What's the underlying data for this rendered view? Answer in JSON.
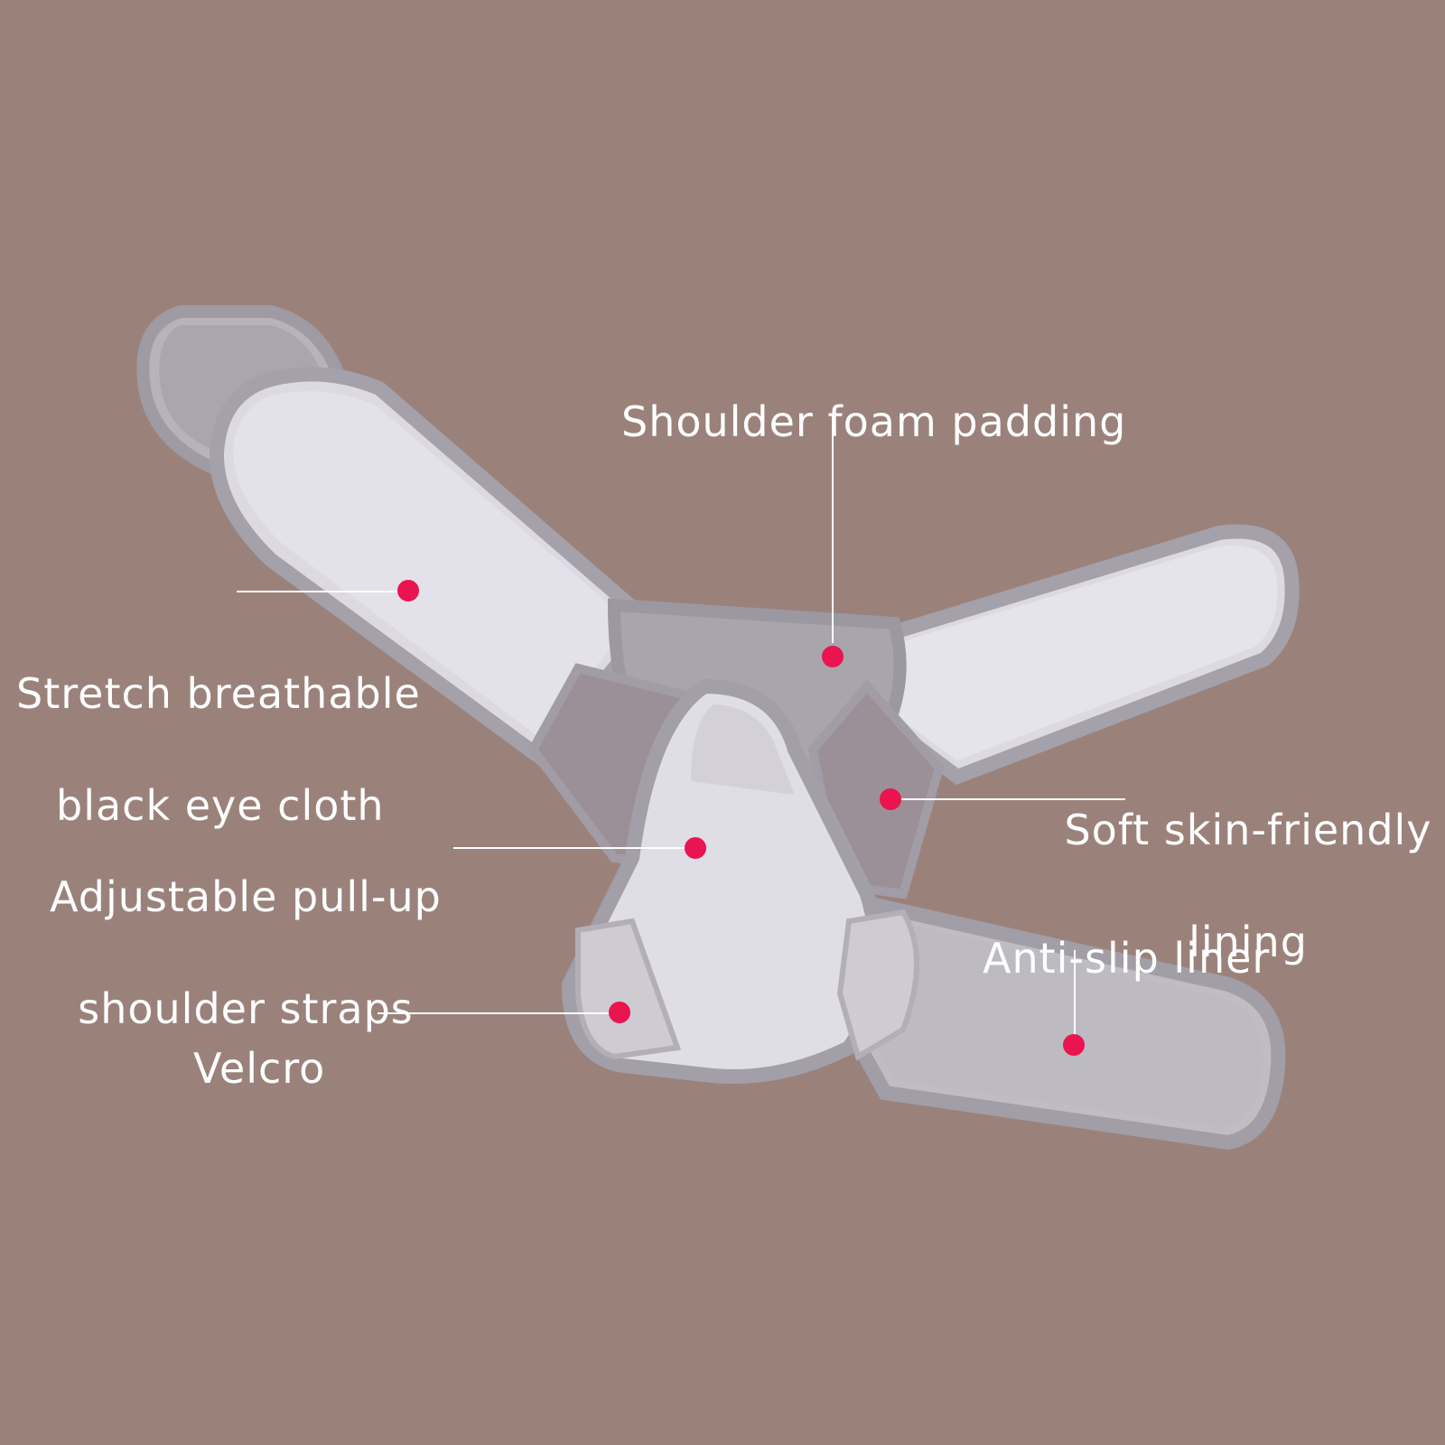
{
  "image": {
    "background_color": "#9a827b",
    "product": "shoulder brace",
    "marker_color": "#ea1450",
    "label_color": "#ffffff"
  },
  "callouts": [
    {
      "id": "shoulder-foam-padding",
      "lines": [
        "Shoulder foam padding"
      ]
    },
    {
      "id": "stretch-breathable-cloth",
      "lines": [
        "Stretch breathable",
        "black eye cloth"
      ]
    },
    {
      "id": "soft-lining",
      "lines": [
        "Soft skin-friendly",
        "lining"
      ]
    },
    {
      "id": "adjustable-straps",
      "lines": [
        "Adjustable pull-up",
        "shoulder straps"
      ]
    },
    {
      "id": "anti-slip-liner",
      "lines": [
        "Anti-slip liner"
      ]
    },
    {
      "id": "velcro",
      "lines": [
        "Velcro"
      ]
    }
  ]
}
